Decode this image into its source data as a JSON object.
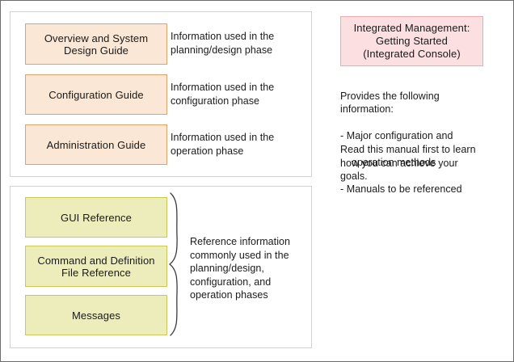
{
  "guides_panel": {
    "rows": [
      {
        "box_label": "Overview and System\nDesign Guide",
        "description": "Information used in the\nplanning/design phase"
      },
      {
        "box_label": "Configuration Guide",
        "description": "Information used in the\nconfiguration phase"
      },
      {
        "box_label": "Administration Guide",
        "description": "Information used in the\noperation phase"
      }
    ]
  },
  "reference_panel": {
    "rows": [
      {
        "box_label": "GUI Reference"
      },
      {
        "box_label": "Command and Definition\nFile Reference"
      },
      {
        "box_label": "Messages"
      }
    ],
    "brace_description": "Reference information\ncommonly used in the\nplanning/design,\nconfiguration, and\noperation phases"
  },
  "right_panel": {
    "highlight_box": "Integrated Management:\nGetting Started\n(Integrated Console)",
    "provides_intro": "Provides the following\ninformation:",
    "provides_bullets": [
      "-  Major configuration and",
      "operation methods",
      "-  Manuals to be referenced"
    ],
    "closing_note": "Read this manual first to learn\nhow you can achieve your\ngoals."
  },
  "colors": {
    "orange_fill": "#fae7d5",
    "orange_border": "#e2a16a",
    "yellow_fill": "#ecedba",
    "yellow_border": "#c9ca55",
    "pink_fill": "#fbdfe1",
    "pink_border": "#eeaab0",
    "panel_border": "#d2d2d2",
    "frame_border": "#6d6d6d",
    "text": "#1a1a1a"
  }
}
